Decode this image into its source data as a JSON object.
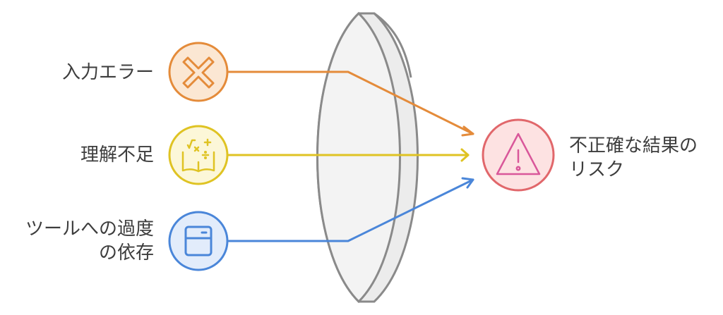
{
  "inputs": [
    {
      "label": [
        "入力エラー"
      ],
      "icon": "x-mark-icon",
      "color": "#e48b3a",
      "fill": "#fbe7d3"
    },
    {
      "label": [
        "理解不足"
      ],
      "icon": "math-book-icon",
      "color": "#dfc323",
      "fill": "#fcf7d8"
    },
    {
      "label": [
        "ツールへの過度",
        "の依存"
      ],
      "icon": "calculator-icon",
      "color": "#4a86d9",
      "fill": "#e2ecfb"
    }
  ],
  "output": {
    "label": [
      "不正確な結果の",
      "リスク"
    ],
    "icon": "warning-icon",
    "color": "#e1676b",
    "fill": "#fde2e2",
    "icon_color": "#d9579a"
  },
  "lens": {
    "stroke": "#8a8a8a",
    "fill": "#f1f1f1"
  }
}
